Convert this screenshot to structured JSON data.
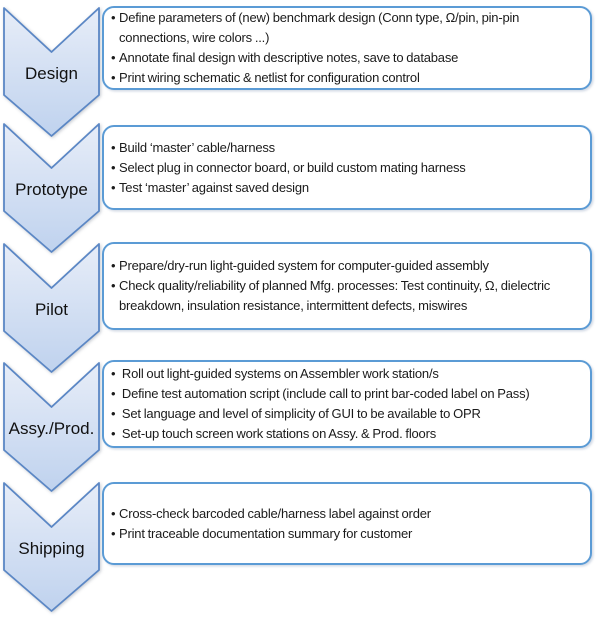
{
  "diagram": {
    "bullet_glyph": "•",
    "colors": {
      "chevron_fill_top": "#e7edf8",
      "chevron_fill_bottom": "#bfd2ee",
      "chevron_border": "#5b87c5",
      "box_border": "#5b9bd5",
      "text": "#1b1b1b"
    },
    "stages": [
      {
        "label": "Design",
        "bullets": [
          "Define parameters of (new) benchmark design (Conn type, Ω/pin, pin-pin connections, wire colors ...)",
          "Annotate final design with descriptive notes, save to database",
          "Print wiring schematic & netlist for configuration control"
        ]
      },
      {
        "label": "Prototype",
        "bullets": [
          "Build ‘master’ cable/harness",
          "Select plug in connector board, or build custom mating harness",
          "Test ‘master’ against saved design"
        ]
      },
      {
        "label": "Pilot",
        "bullets": [
          "Prepare/dry-run light-guided system for computer-guided assembly",
          "Check quality/reliability of planned Mfg. processes: Test continuity, Ω, dielectric breakdown, insulation resistance, intermittent defects, miswires"
        ]
      },
      {
        "label": "Assy./Prod.",
        "bullets": [
          " Roll out light-guided systems on Assembler work station/s",
          " Define test automation script (include call to print bar-coded label on Pass)",
          " Set language and level of simplicity of GUI to be available to OPR",
          " Set-up touch screen work stations on Assy. & Prod. floors"
        ]
      },
      {
        "label": "Shipping",
        "bullets": [
          "Cross-check barcoded cable/harness label against order",
          "Print traceable documentation summary for customer"
        ]
      }
    ]
  }
}
